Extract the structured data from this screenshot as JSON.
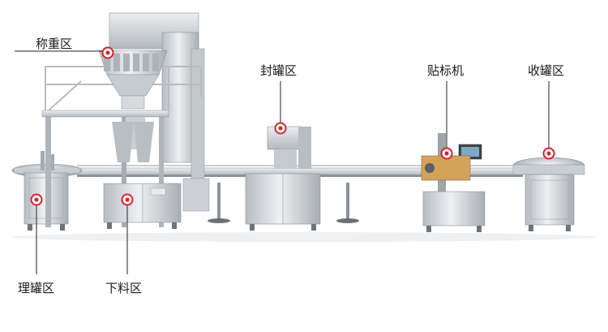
{
  "labels": {
    "weighing": "称重区",
    "capping": "封罐区",
    "labeling": "贴标机",
    "collecting": "收罐区",
    "sorting": "理罐区",
    "feeding": "下料区"
  },
  "colors": {
    "background": "#ffffff",
    "marker": "#d9202b",
    "steel_light": "#e3e6e9",
    "steel_mid": "#c4c9ce",
    "steel_dark": "#8d9398",
    "leader_line": "#222222"
  },
  "icons": {
    "marker": "target-marker-icon"
  }
}
